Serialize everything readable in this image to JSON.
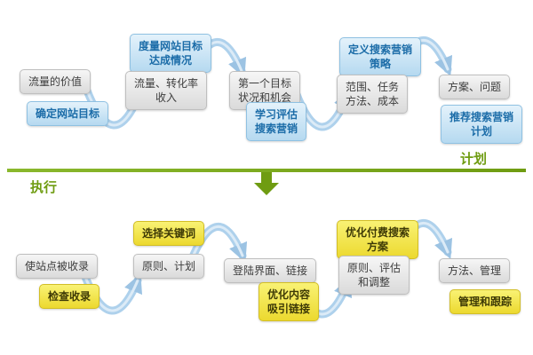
{
  "labels": {
    "plan": "计划",
    "execute": "执行"
  },
  "colors": {
    "accent_green": "#6f9c12",
    "cycle_arrow_blue": "#aed1ec",
    "blue_box_text": "#1b6ca8",
    "yellow_box_bg": "#ecd92f",
    "gray_box_bg": "#dadada"
  },
  "plan": {
    "boxes": [
      {
        "text": "流量的价值",
        "style": "gray"
      },
      {
        "text": "确定网站目标",
        "style": "blue"
      },
      {
        "text": "度量网站目标\n达成情况",
        "style": "blue"
      },
      {
        "text": "流量、转化率\n收入",
        "style": "gray"
      },
      {
        "text": "第一个目标\n状况和机会",
        "style": "gray"
      },
      {
        "text": "学习评估\n搜索营销",
        "style": "blue"
      },
      {
        "text": "定义搜索营销\n策略",
        "style": "blue"
      },
      {
        "text": "范围、任务\n方法、成本",
        "style": "gray"
      },
      {
        "text": "方案、问题",
        "style": "gray"
      },
      {
        "text": "推荐搜索营销\n计划",
        "style": "blue"
      }
    ]
  },
  "execute": {
    "boxes": [
      {
        "text": "使站点被收录",
        "style": "gray"
      },
      {
        "text": "检查收录",
        "style": "yellow"
      },
      {
        "text": "选择关键词",
        "style": "yellow"
      },
      {
        "text": "原则、计划",
        "style": "gray"
      },
      {
        "text": "登陆界面、链接",
        "style": "gray"
      },
      {
        "text": "优化内容\n吸引链接",
        "style": "yellow"
      },
      {
        "text": "优化付费搜索\n方案",
        "style": "yellow"
      },
      {
        "text": "原则、评估\n和调整",
        "style": "gray"
      },
      {
        "text": "方法、管理",
        "style": "gray"
      },
      {
        "text": "管理和跟踪",
        "style": "yellow"
      }
    ]
  }
}
